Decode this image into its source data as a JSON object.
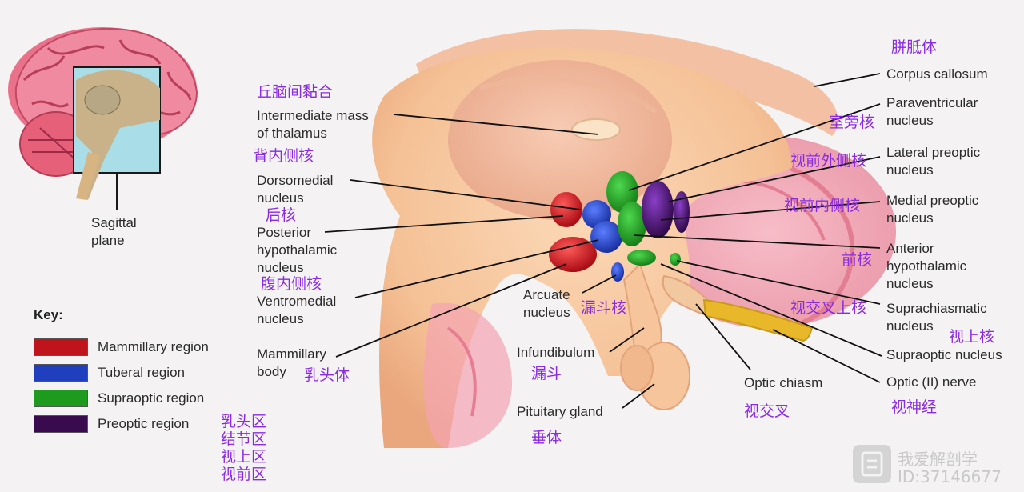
{
  "labels": {
    "corpus_callosum": "Corpus callosum",
    "paraventricular": "Paraventricular\nnucleus",
    "lateral_preoptic": "Lateral preoptic\nnucleus",
    "medial_preoptic": "Medial preoptic\nnucleus",
    "anterior_hypothalamic": "Anterior\nhypothalamic\nnucleus",
    "suprachiasmatic": "Suprachiasmatic\nnucleus",
    "supraoptic": "Supraoptic nucleus",
    "optic_nerve": "Optic (II) nerve",
    "optic_chiasm": "Optic chiasm",
    "pituitary": "Pituitary gland",
    "infundibulum": "Infundibulum",
    "arcuate": "Arcuate\nnucleus",
    "intermediate_mass": "Intermediate mass\nof thalamus",
    "dorsomedial": "Dorsomedial\nnucleus",
    "posterior": "Posterior\nhypothalamic\nnucleus",
    "ventromedial": "Ventromedial\nnucleus",
    "mammillary_body": "Mammillary\nbody",
    "sagittal": "Sagittal\nplane"
  },
  "chinese": {
    "corpus_callosum": "胼胝体",
    "paraventricular": "室旁核",
    "lateral_preoptic": "视前外侧核",
    "medial_preoptic": "视前内侧核",
    "anterior_hypothalamic": "前核",
    "suprachiasmatic": "视交叉上核",
    "supraoptic": "视上核",
    "optic_nerve": "视神经",
    "optic_chiasm": "视交叉",
    "pituitary": "垂体",
    "infundibulum": "漏斗",
    "arcuate": "漏斗核",
    "intermediate_mass": "丘脑间黏合",
    "dorsomedial": "背内侧核",
    "posterior": "后核",
    "ventromedial": "腹内侧核",
    "mammillary_body": "乳头体",
    "regions": "乳头区\n结节区\n视上区\n视前区"
  },
  "key": {
    "title": "Key:",
    "items": [
      {
        "label": "Mammillary region",
        "color": "#c0141c"
      },
      {
        "label": "Tuberal region",
        "color": "#1f3fbf"
      },
      {
        "label": "Supraoptic region",
        "color": "#1e9a1e"
      },
      {
        "label": "Preoptic region",
        "color": "#3a0a4e"
      }
    ]
  },
  "watermark": {
    "name": "我爱解剖学",
    "id": "ID:37146677"
  }
}
